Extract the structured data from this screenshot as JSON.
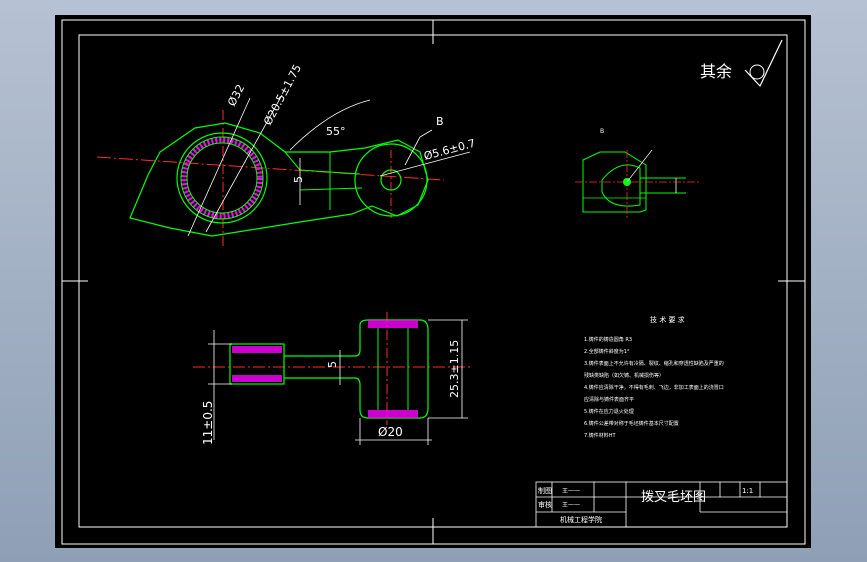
{
  "colors": {
    "background": "#000000",
    "border": "#ffffff",
    "outline": "#00ff00",
    "centerline": "#ff2a2a",
    "dimension": "#00ffff",
    "text": "#ffffff",
    "hatch": "#ff00ff",
    "window": "#9aa8bd"
  },
  "roughness": {
    "label": "其余"
  },
  "top_view": {
    "dims": {
      "phi32": "Ø32",
      "bore": "Ø20.5±1.75",
      "angle": "55°",
      "web": "5",
      "small_hole": "Ø5.6±0.7",
      "section_mark": "B"
    }
  },
  "detail_view": {
    "label": "B"
  },
  "front_view": {
    "dims": {
      "left": "11±0.5",
      "web": "5",
      "height": "25.3±1.15",
      "dia": "Ø20"
    }
  },
  "tech_req": {
    "title": "技 术 要 求",
    "items": [
      "1.铸件的铸造圆角 R3",
      "2.全部铸件斜度为1°",
      "3.铸件表面上不允许有冷隔、裂纹、缩孔和穿透性缺陷及严重的",
      "残缺类缺陷（如欠铸、机械损伤等）",
      "4.铸件应清除干净，不得有毛刺、飞边，非加工表面上的浇冒口",
      "应清除与铸件表面齐平",
      "5.铸件在应力退火处理",
      "6.铸件公差带对称于毛坯铸件基本尺寸配置",
      "7.铸件材料HT"
    ]
  },
  "title_block": {
    "drawn_label": "制图",
    "drawn_name": "王一一",
    "checked_label": "审核",
    "checked_name": "王一一",
    "title": "拨叉毛坯图",
    "scale": "1:1",
    "school": "机械工程学院"
  }
}
